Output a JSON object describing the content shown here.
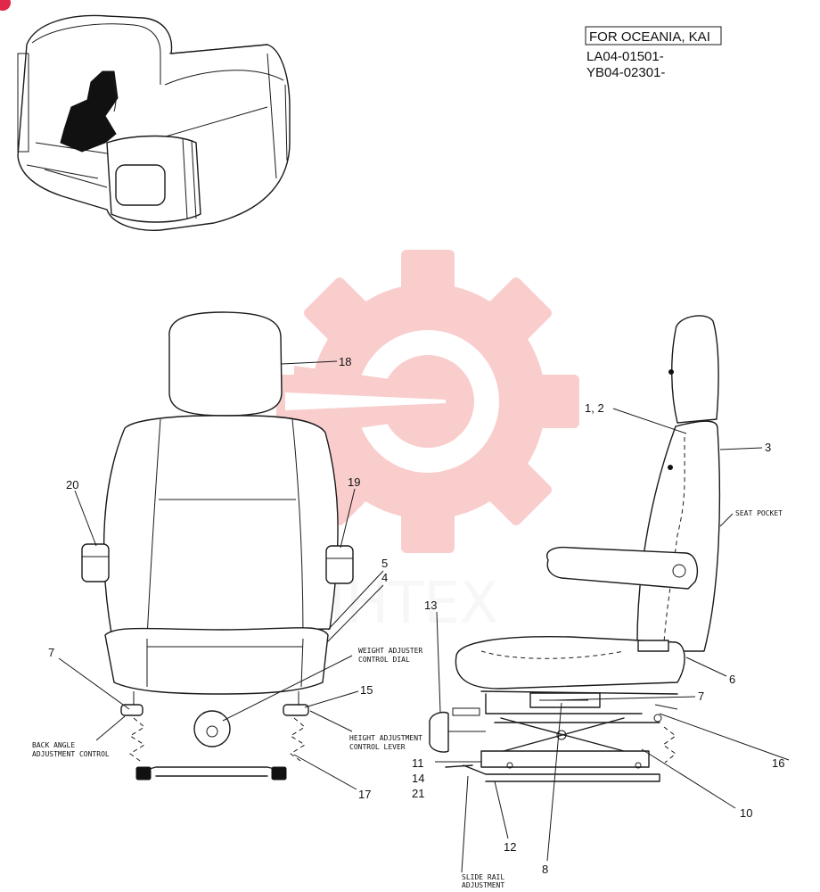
{
  "header": {
    "boxed_label": "FOR OCEANIA, KAI",
    "serial_1": "LA04-01501-",
    "serial_2": "YB04-02301-"
  },
  "watermark": {
    "text": "ИНТЕХ",
    "color": "#f05050"
  },
  "callouts": {
    "c18": "18",
    "c20": "20",
    "c19": "19",
    "c5": "5",
    "c4": "4",
    "c7_front": "7",
    "c15": "15",
    "c17": "17",
    "c12pair": "1, 2",
    "c3": "3",
    "c13": "13",
    "c6": "6",
    "c7_side": "7",
    "c16": "16",
    "c11": "11",
    "c14": "14",
    "c21": "21",
    "c10": "10",
    "c12": "12",
    "c8": "8"
  },
  "captions": {
    "back_angle_1": "BACK ANGLE",
    "back_angle_2": "ADJUSTMENT CONTROL",
    "weight_1": "WEIGHT ADJUSTER",
    "weight_2": "CONTROL DIAL",
    "height_1": "HEIGHT ADJUSTMENT",
    "height_2": "CONTROL LEVER",
    "seat_pocket": "SEAT POCKET",
    "slide_1": "SLIDE RAIL",
    "slide_2": "ADJUSTMENT"
  }
}
